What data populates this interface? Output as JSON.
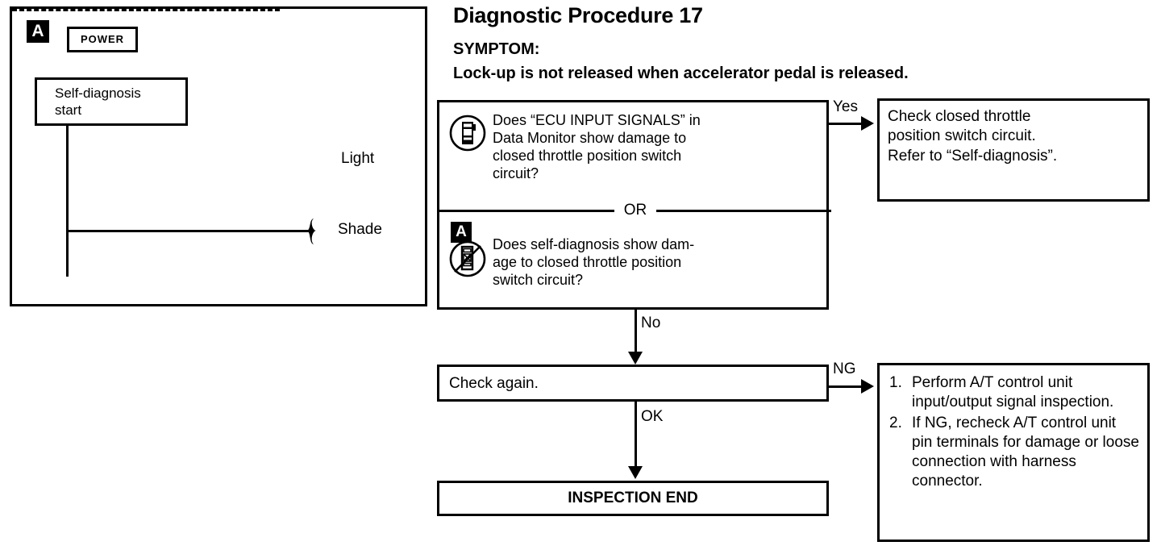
{
  "header": {
    "title": "Diagnostic Procedure 17",
    "symptom_label": "SYMPTOM:",
    "symptom_text": "Lock-up is not released when accelerator pedal is released."
  },
  "left_panel": {
    "badge": "A",
    "power_label": "POWER",
    "start_box_label": "Self-diagnosis\nstart",
    "light_label": "Light",
    "shade_label": "Shade"
  },
  "flow": {
    "decision": {
      "condition_1": {
        "icon": "consult-tool-icon",
        "text": "Does “ECU INPUT SIGNALS” in\nData Monitor show damage to\nclosed throttle position switch\ncircuit?"
      },
      "or_label": "OR",
      "condition_2": {
        "badge": "A",
        "icon": "no-consult-tool-icon",
        "text": "Does self-diagnosis show dam-\nage to closed throttle position\nswitch circuit?"
      }
    },
    "branch_yes_label": "Yes",
    "branch_no_label": "No",
    "branch_ng_label": "NG",
    "branch_ok_label": "OK",
    "check_again_label": "Check again.",
    "inspection_end_label": "INSPECTION END"
  },
  "results": {
    "yes_box_text": "Check closed throttle\nposition switch circuit.\nRefer to “Self-diagnosis”.",
    "ng_box_items": [
      {
        "num": "1.",
        "text": "Perform A/T control unit input/output signal inspection."
      },
      {
        "num": "2.",
        "text": "If NG, recheck A/T control unit pin terminals for damage or loose connection with harness connector."
      }
    ]
  },
  "colors": {
    "ink": "#000000",
    "paper": "#ffffff"
  }
}
